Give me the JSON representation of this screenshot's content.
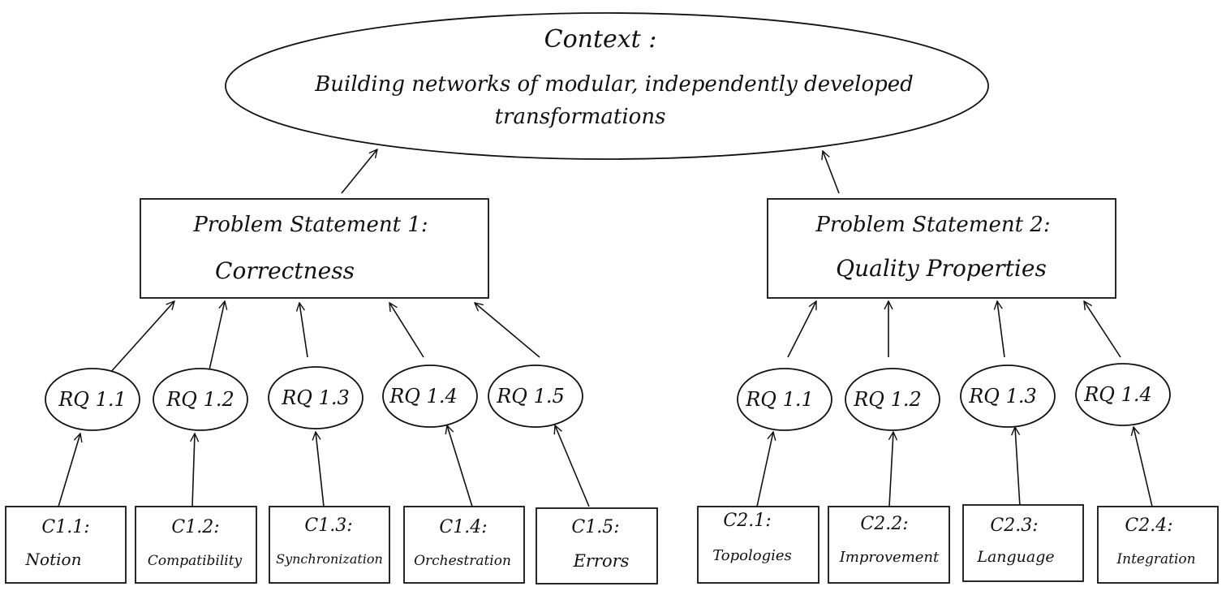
{
  "context": {
    "title": "Context :",
    "line1": "Building networks of modular, independently developed",
    "line2": "transformations"
  },
  "problem_statements": [
    {
      "line1": "Problem Statement 1:",
      "line2": "Correctness"
    },
    {
      "line1": "Problem Statement 2:",
      "line2": "Quality Properties"
    }
  ],
  "research_questions": [
    {
      "label": "RQ 1.1",
      "group": 1
    },
    {
      "label": "RQ 1.2",
      "group": 1
    },
    {
      "label": "RQ 1.3",
      "group": 1
    },
    {
      "label": "RQ 1.4",
      "group": 1
    },
    {
      "label": "RQ 1.5",
      "group": 1
    },
    {
      "label": "RQ 1.1",
      "group": 2
    },
    {
      "label": "RQ 1.2",
      "group": 2
    },
    {
      "label": "RQ 1.3",
      "group": 2
    },
    {
      "label": "RQ 1.4",
      "group": 2
    }
  ],
  "contributions": [
    {
      "id": "C1.1:",
      "name": "Notion"
    },
    {
      "id": "C1.2:",
      "name": "Compatibility"
    },
    {
      "id": "C1.3:",
      "name": "Synchronization"
    },
    {
      "id": "C1.4:",
      "name": "Orchestration"
    },
    {
      "id": "C1.5:",
      "name": "Errors"
    },
    {
      "id": "C2.1:",
      "name": "Topologies"
    },
    {
      "id": "C2.2:",
      "name": "Improvement"
    },
    {
      "id": "C2.3:",
      "name": "Language"
    },
    {
      "id": "C2.4:",
      "name": "Integration"
    }
  ]
}
